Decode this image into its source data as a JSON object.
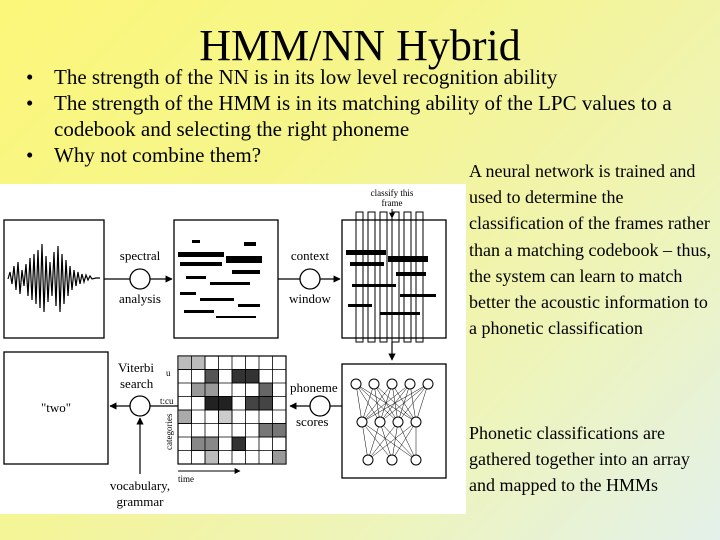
{
  "slide": {
    "title": "HMM/NN Hybrid",
    "bullets": [
      "The strength of the NN is in its low level recognition ability",
      "The strength of the HMM is in its matching ability of the LPC values to a codebook and selecting the right phoneme",
      "Why not combine them?"
    ],
    "bullet_glyph": "•",
    "side_text_1": "A neural network is trained and used to determine the classification of the frames rather than a matching codebook – thus, the system can learn to match better the acoustic information to a phonetic classification",
    "side_text_2": "Phonetic classifications are gathered together into an array and mapped to the HMMs"
  },
  "diagram": {
    "spectral": "spectral",
    "analysis": "analysis",
    "context": "context",
    "window": "window",
    "classify_1": "classify this",
    "classify_2": "frame",
    "viterbi": "Viterbi",
    "search": "search",
    "word": "\"two\"",
    "phoneme": "phoneme",
    "scores": "scores",
    "vocabulary": "vocabulary,",
    "grammar": "grammar",
    "time": "time",
    "categories": "categories",
    "row_labels": [
      "u",
      "t:cu"
    ]
  },
  "colors": {
    "background_start": "#fbf77a",
    "background_end": "#e3f1ea"
  }
}
